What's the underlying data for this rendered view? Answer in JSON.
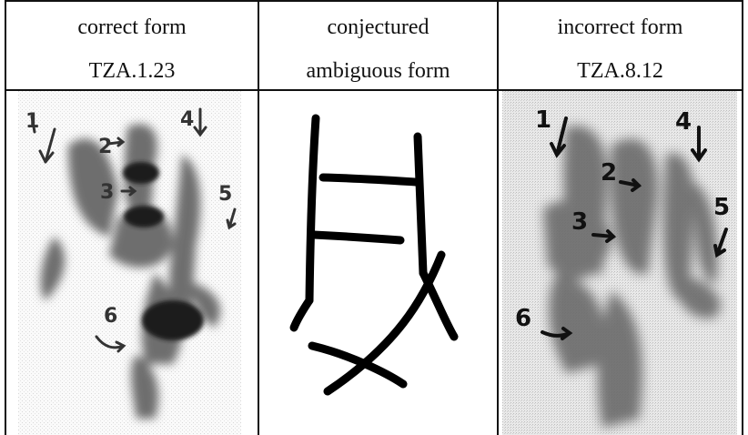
{
  "columns": [
    {
      "title": "correct form",
      "subtitle": "TZA.1.23"
    },
    {
      "title": "conjectured",
      "subtitle": "ambiguous form"
    },
    {
      "title": "incorrect form",
      "subtitle": "TZA.8.12"
    }
  ],
  "annotations": {
    "correct": [
      "1",
      "2",
      "3",
      "4",
      "5",
      "6"
    ],
    "incorrect": [
      "1",
      "2",
      "3",
      "4",
      "5",
      "6"
    ]
  },
  "colors": {
    "ink": "#111111",
    "rule": "#111111",
    "paper": "#ffffff"
  }
}
